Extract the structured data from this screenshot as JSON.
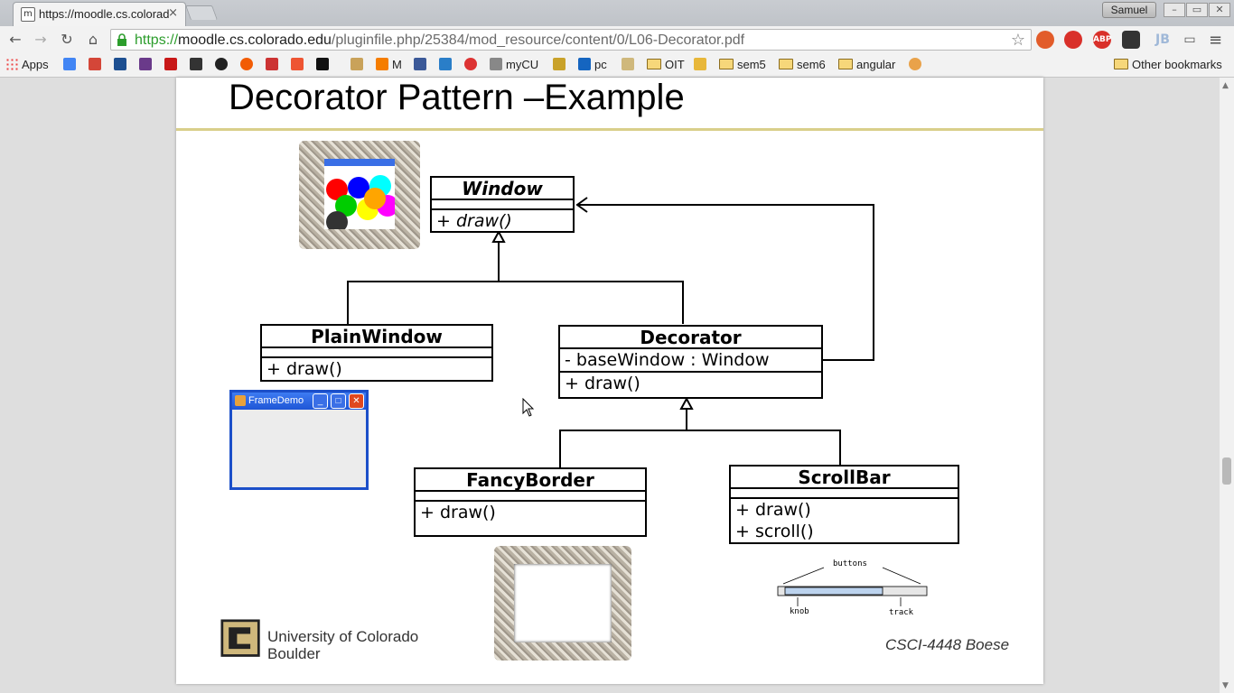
{
  "browser": {
    "tab": {
      "title": "https://moodle.cs.colorado.edu/pluginfile.php/25384/mod_resource/content/0/L06-Decorator.pdf",
      "close": "×"
    },
    "profile": "Samuel",
    "window_buttons": {
      "minimize": "–",
      "maximize": "▭",
      "close": "✕"
    },
    "url": {
      "scheme": "https://",
      "host": "moodle.cs.colorado.edu",
      "path": "/pluginfile.php/25384/mod_resource/content/0/L06-Decorator.pdf"
    },
    "extensions": [
      "ABP",
      "JB"
    ],
    "bookmarks": {
      "apps": "Apps",
      "items": [
        "M",
        "myCU",
        "pc",
        "OIT",
        "sem5",
        "sem6",
        "angular"
      ],
      "other": "Other bookmarks"
    }
  },
  "slide": {
    "title": "Decorator Pattern –Example",
    "footer": {
      "university_line1": "University of Colorado",
      "university_line2": "Boulder",
      "course": "CSCI-4448 Boese"
    },
    "uml": {
      "window": {
        "name": "Window",
        "method": "+ draw()"
      },
      "plain": {
        "name": "PlainWindow",
        "method": "+ draw()"
      },
      "decorator": {
        "name": "Decorator",
        "field": "- baseWindow : Window",
        "method": "+ draw()"
      },
      "fancy": {
        "name": "FancyBorder",
        "method": "+ draw()"
      },
      "scrollbar": {
        "name": "ScrollBar",
        "method1": "+ draw()",
        "method2": "+ scroll()"
      }
    },
    "framedemo_title": "FrameDemo",
    "scrollbar_labels": {
      "buttons": "buttons",
      "knob": "knob",
      "track": "track"
    }
  }
}
